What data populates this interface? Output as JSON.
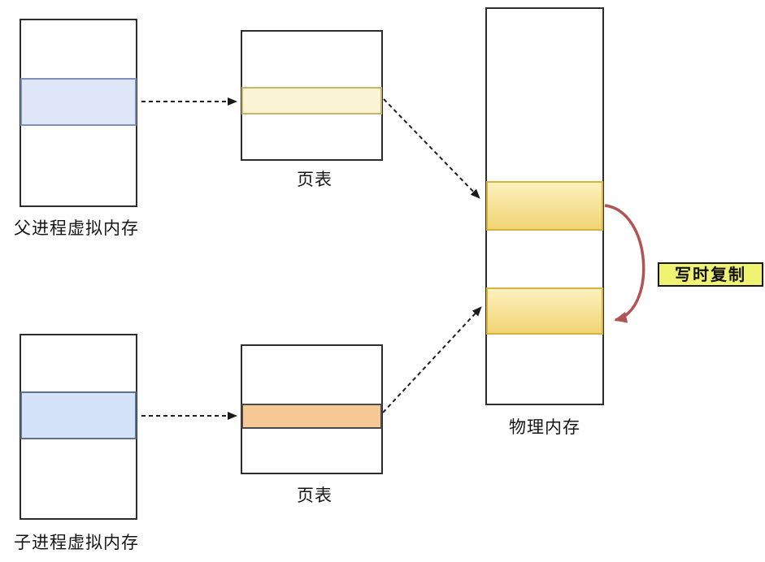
{
  "labels": {
    "parent_vm": "父进程虚拟内存",
    "child_vm": "子进程虚拟内存",
    "page_table_top": "页表",
    "page_table_bottom": "页表",
    "physical_memory": "物理内存",
    "cow": "写时复制"
  },
  "colors": {
    "box_line": "#2d2d2d",
    "arrow_line": "#1f1f1f",
    "parent_band_fill": "#dfe6f7",
    "parent_band_stroke": "#7d91b8",
    "child_band_fill": "#d4e3fa",
    "child_band_stroke": "#5e7292",
    "pagetable_top_band_fill": "#faf3d4",
    "pagetable_top_band_stroke": "#c5b469",
    "pagetable_bottom_band_fill": "#f5c895",
    "pagetable_bottom_band_stroke": "#4a4a4a",
    "physical_band_gradient_top": "#fcf2bf",
    "physical_band_gradient_bottom": "#f1d372",
    "physical_band_stroke": "#d9b23f",
    "cow_bg": "#f0f272",
    "cow_border": "#161616",
    "red_arrow": "#b25454"
  }
}
